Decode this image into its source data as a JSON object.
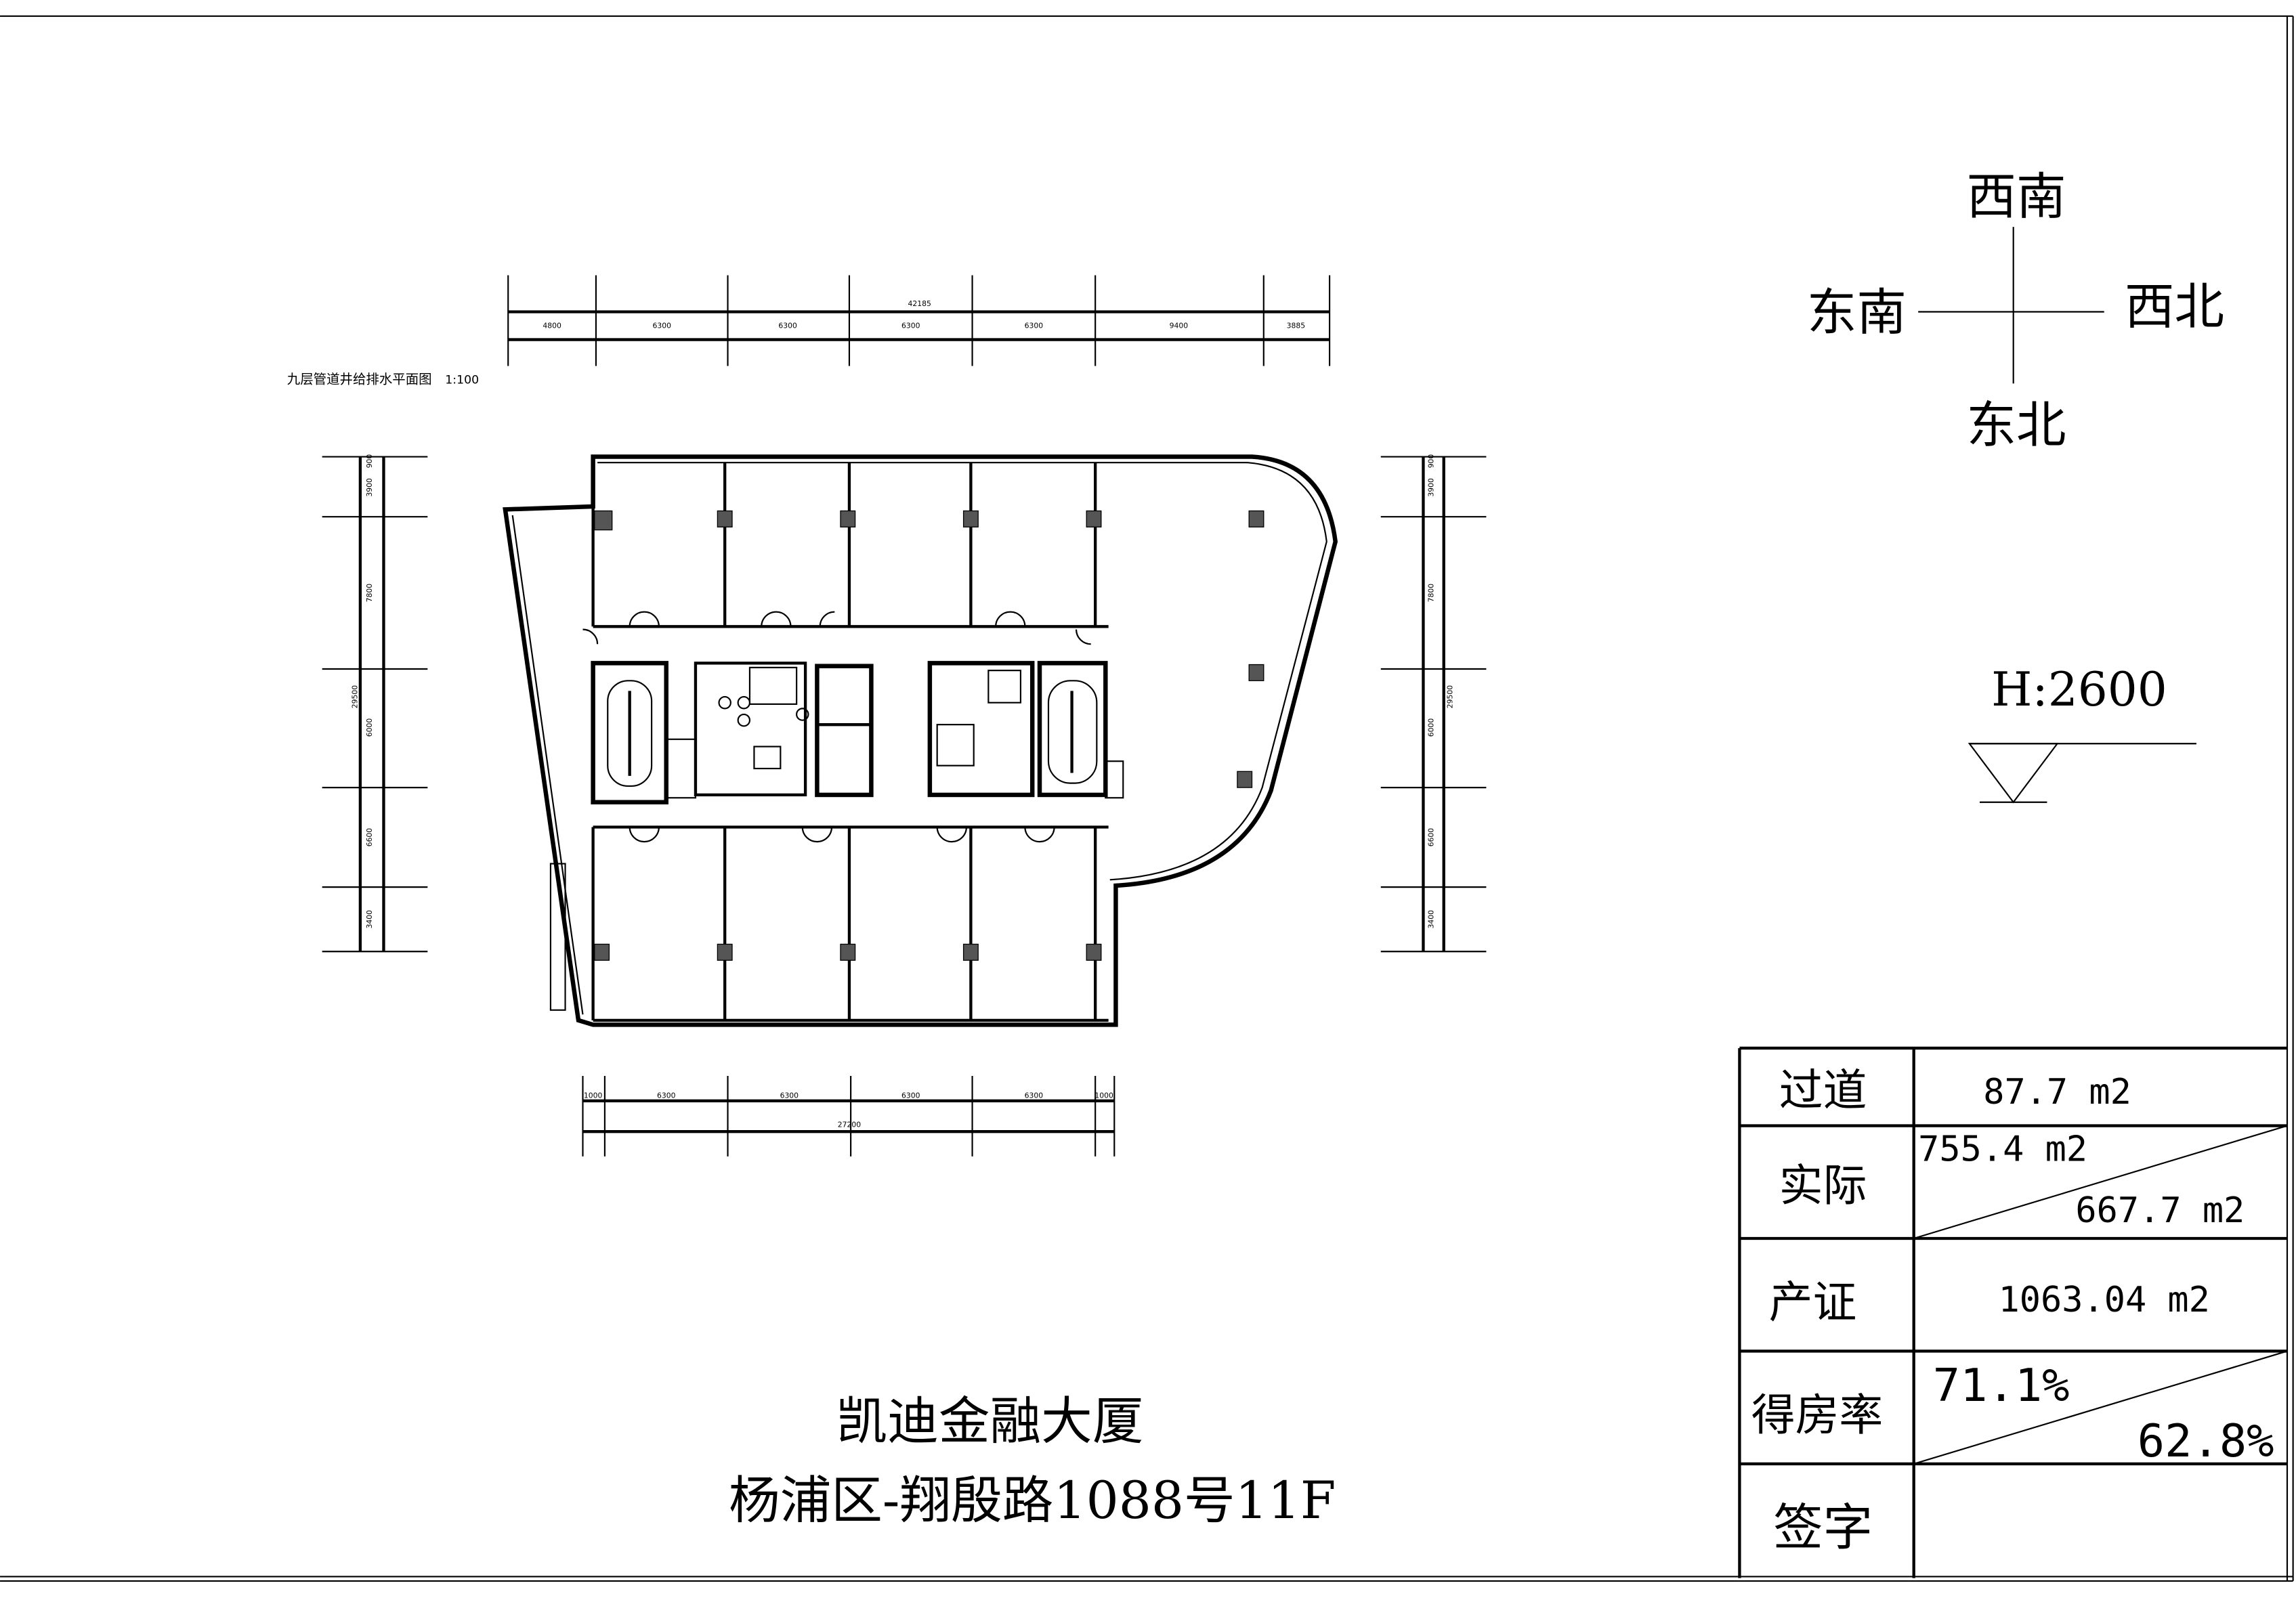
{
  "drawing": {
    "subtitle": "九层管道井给排水平面图",
    "scale": "1:100",
    "building_name": "凯迪金融大厦",
    "address": "杨浦区-翔殷路1088号11F"
  },
  "dimensions": {
    "top_segments": [
      "4800",
      "6300",
      "6300",
      "6300",
      "6300",
      "9400",
      "3885"
    ],
    "top_total": "42185",
    "bottom_segments": [
      "1000",
      "6300",
      "6300",
      "6300",
      "6300",
      "1000"
    ],
    "bottom_total": "27200",
    "left_segments": [
      "900",
      "3900",
      "7800",
      "6000",
      "6600",
      "3400"
    ],
    "left_total": "29500",
    "right_segments": [
      "900",
      "3900",
      "7800",
      "6000",
      "6600",
      "3400"
    ],
    "right_total": "29500"
  },
  "compass": {
    "top": "西南",
    "left": "东南",
    "right": "西北",
    "bottom": "东北"
  },
  "elevation": {
    "label": "H:2600"
  },
  "area_table": {
    "rows": [
      {
        "label": "过道",
        "value": "87.7 m2"
      },
      {
        "label": "实际",
        "value_upper": "755.4 m2",
        "value_lower": "667.7 m2"
      },
      {
        "label": "产证",
        "value": "1063.04 m2"
      },
      {
        "label": "得房率",
        "value_upper": "71.1%",
        "value_lower": "62.8%"
      },
      {
        "label": "签字",
        "value": ""
      }
    ]
  }
}
